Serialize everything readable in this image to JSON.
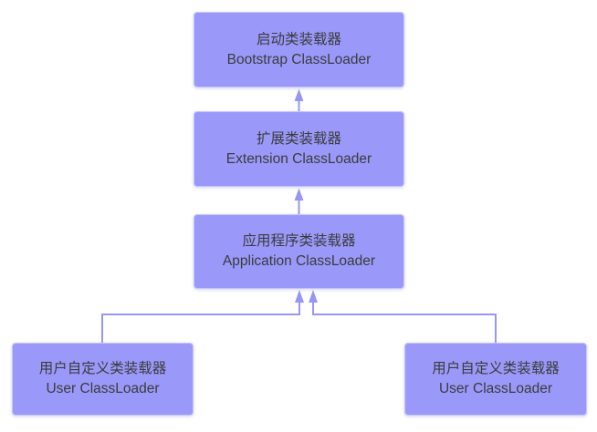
{
  "theme": {
    "canvas_bg": "#ffffff",
    "node_fill": "#9a99fa",
    "node_border": "#c7c6fc",
    "connector_color": "#9796f3",
    "text_color": "#3b3b3b"
  },
  "nodes": {
    "bootstrap": {
      "zh": "启动类装载器",
      "en": "Bootstrap ClassLoader"
    },
    "extension": {
      "zh": "扩展类装载器",
      "en": "Extension ClassLoader"
    },
    "application": {
      "zh": "应用程序类装载器",
      "en": "Application ClassLoader"
    },
    "user_left": {
      "zh": "用户自定义类装载器",
      "en": "User ClassLoader"
    },
    "user_right": {
      "zh": "用户自定义类装载器",
      "en": "User ClassLoader"
    }
  }
}
